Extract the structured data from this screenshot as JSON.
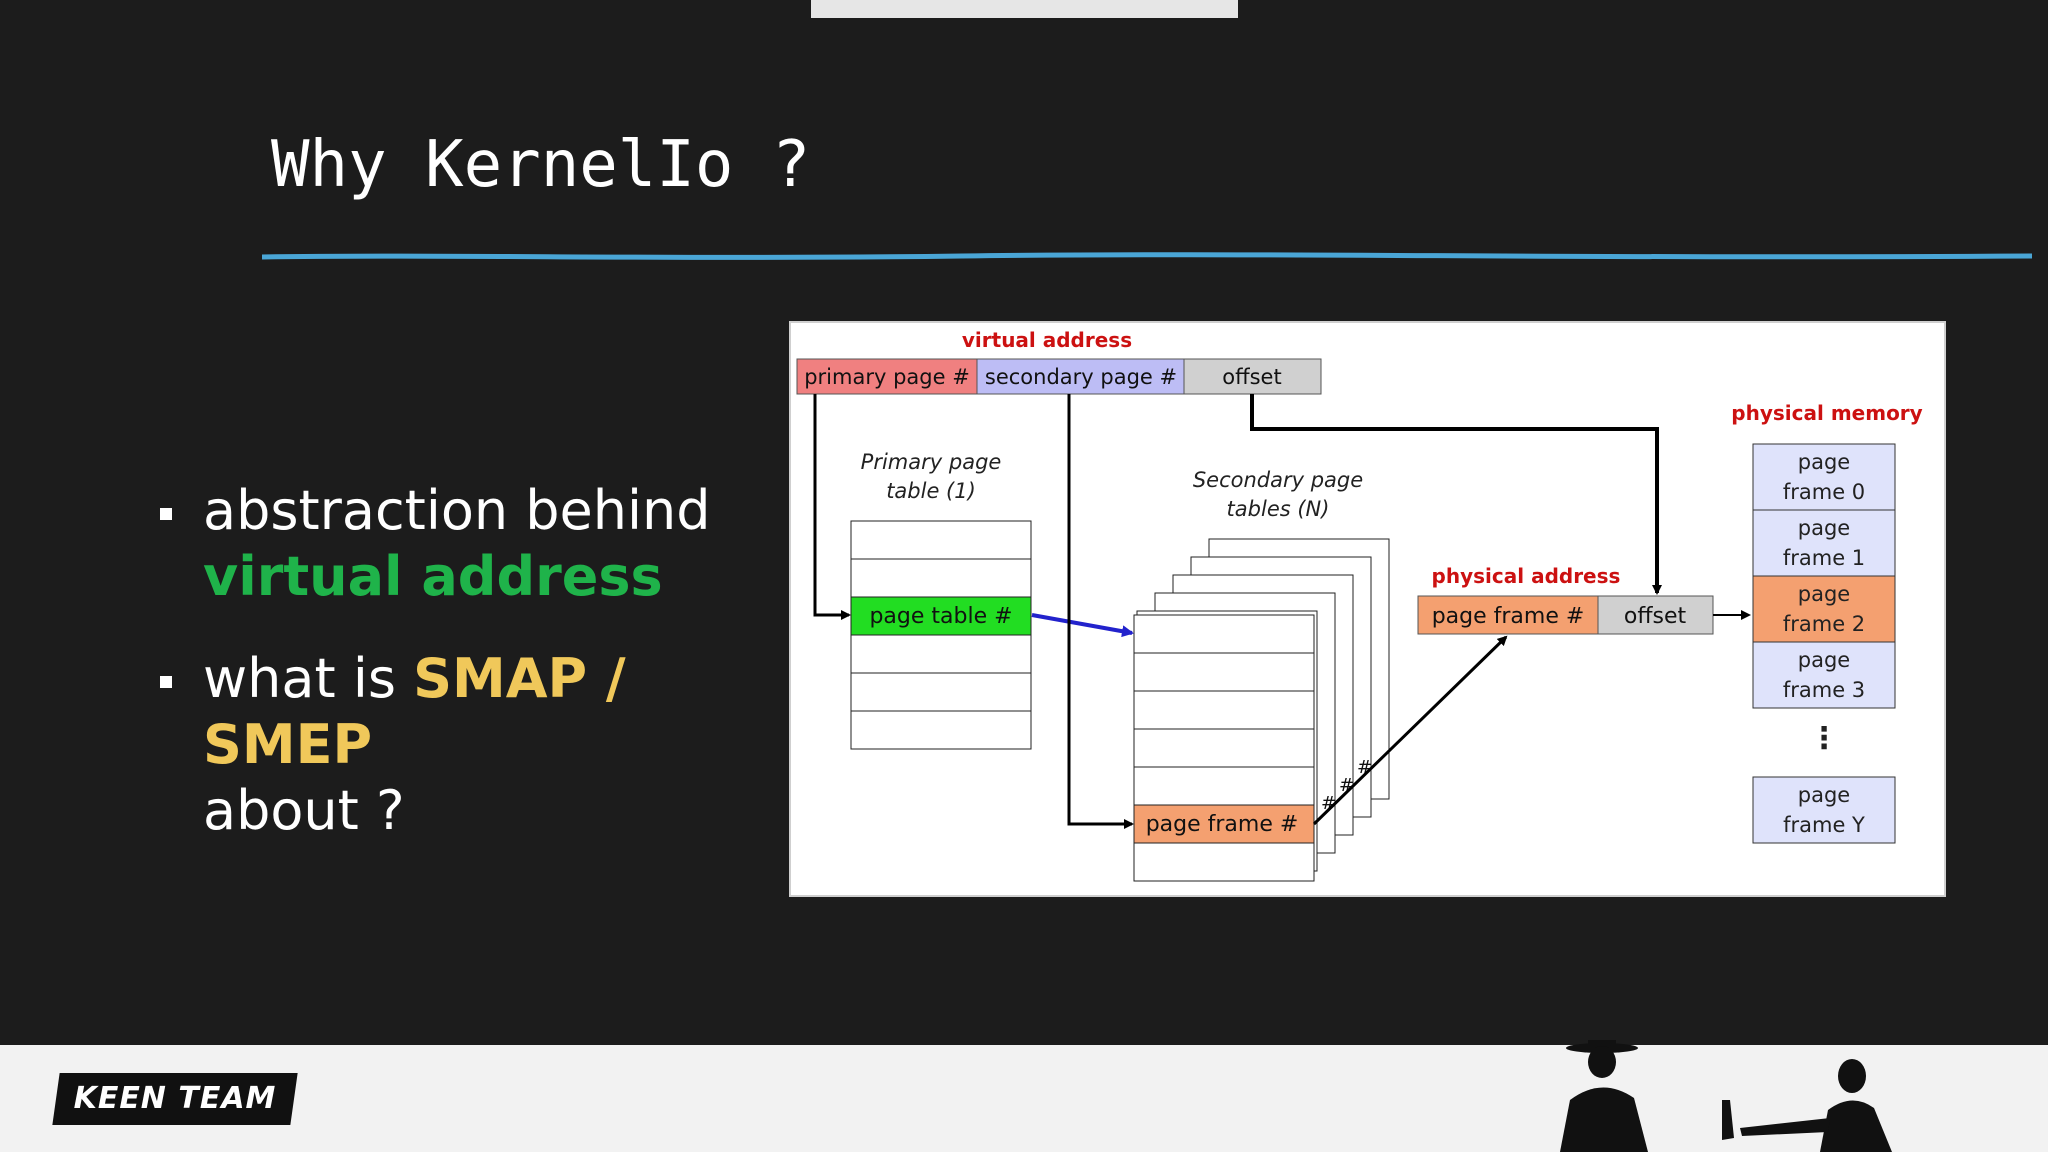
{
  "slide": {
    "title": "Why KernelIo ?"
  },
  "bullets": [
    {
      "line1": "abstraction  behind",
      "highlight": "virtual address"
    },
    {
      "prefix": "what is ",
      "highlight": "SMAP / SMEP",
      "suffix": "about ?"
    }
  ],
  "diagram": {
    "virtual_address_label": "virtual address",
    "va_fields": [
      "primary page #",
      "secondary page #",
      "offset"
    ],
    "primary_table_label": [
      "Primary page",
      "table (1)"
    ],
    "primary_entry": "page table #",
    "secondary_table_label": [
      "Secondary page",
      "tables (N)"
    ],
    "secondary_entry": "page frame #",
    "hash_mark": "#",
    "physical_address_label": "physical address",
    "pa_fields": [
      "page frame #",
      "offset"
    ],
    "physical_memory_label": "physical memory",
    "frames": [
      [
        "page",
        "frame 0"
      ],
      [
        "page",
        "frame 1"
      ],
      [
        "page",
        "frame 2"
      ],
      [
        "page",
        "frame 3"
      ],
      [
        "page",
        "frame Y"
      ]
    ],
    "ellipsis": "⋮"
  },
  "colors": {
    "primary_field": "#f08080",
    "secondary_field": "#bdbdf5",
    "offset_field": "#d0d0d0",
    "page_table_entry": "#22dd22",
    "page_frame_entry": "#f4a070",
    "frame_default": "#dfe3fb",
    "frame_highlight": "#f4a070",
    "label_red": "#cc1111",
    "arrow_blue": "#2222cc",
    "accent_line": "#4aa6d6"
  },
  "footer": {
    "logo_text": "KEEN TEAM"
  }
}
